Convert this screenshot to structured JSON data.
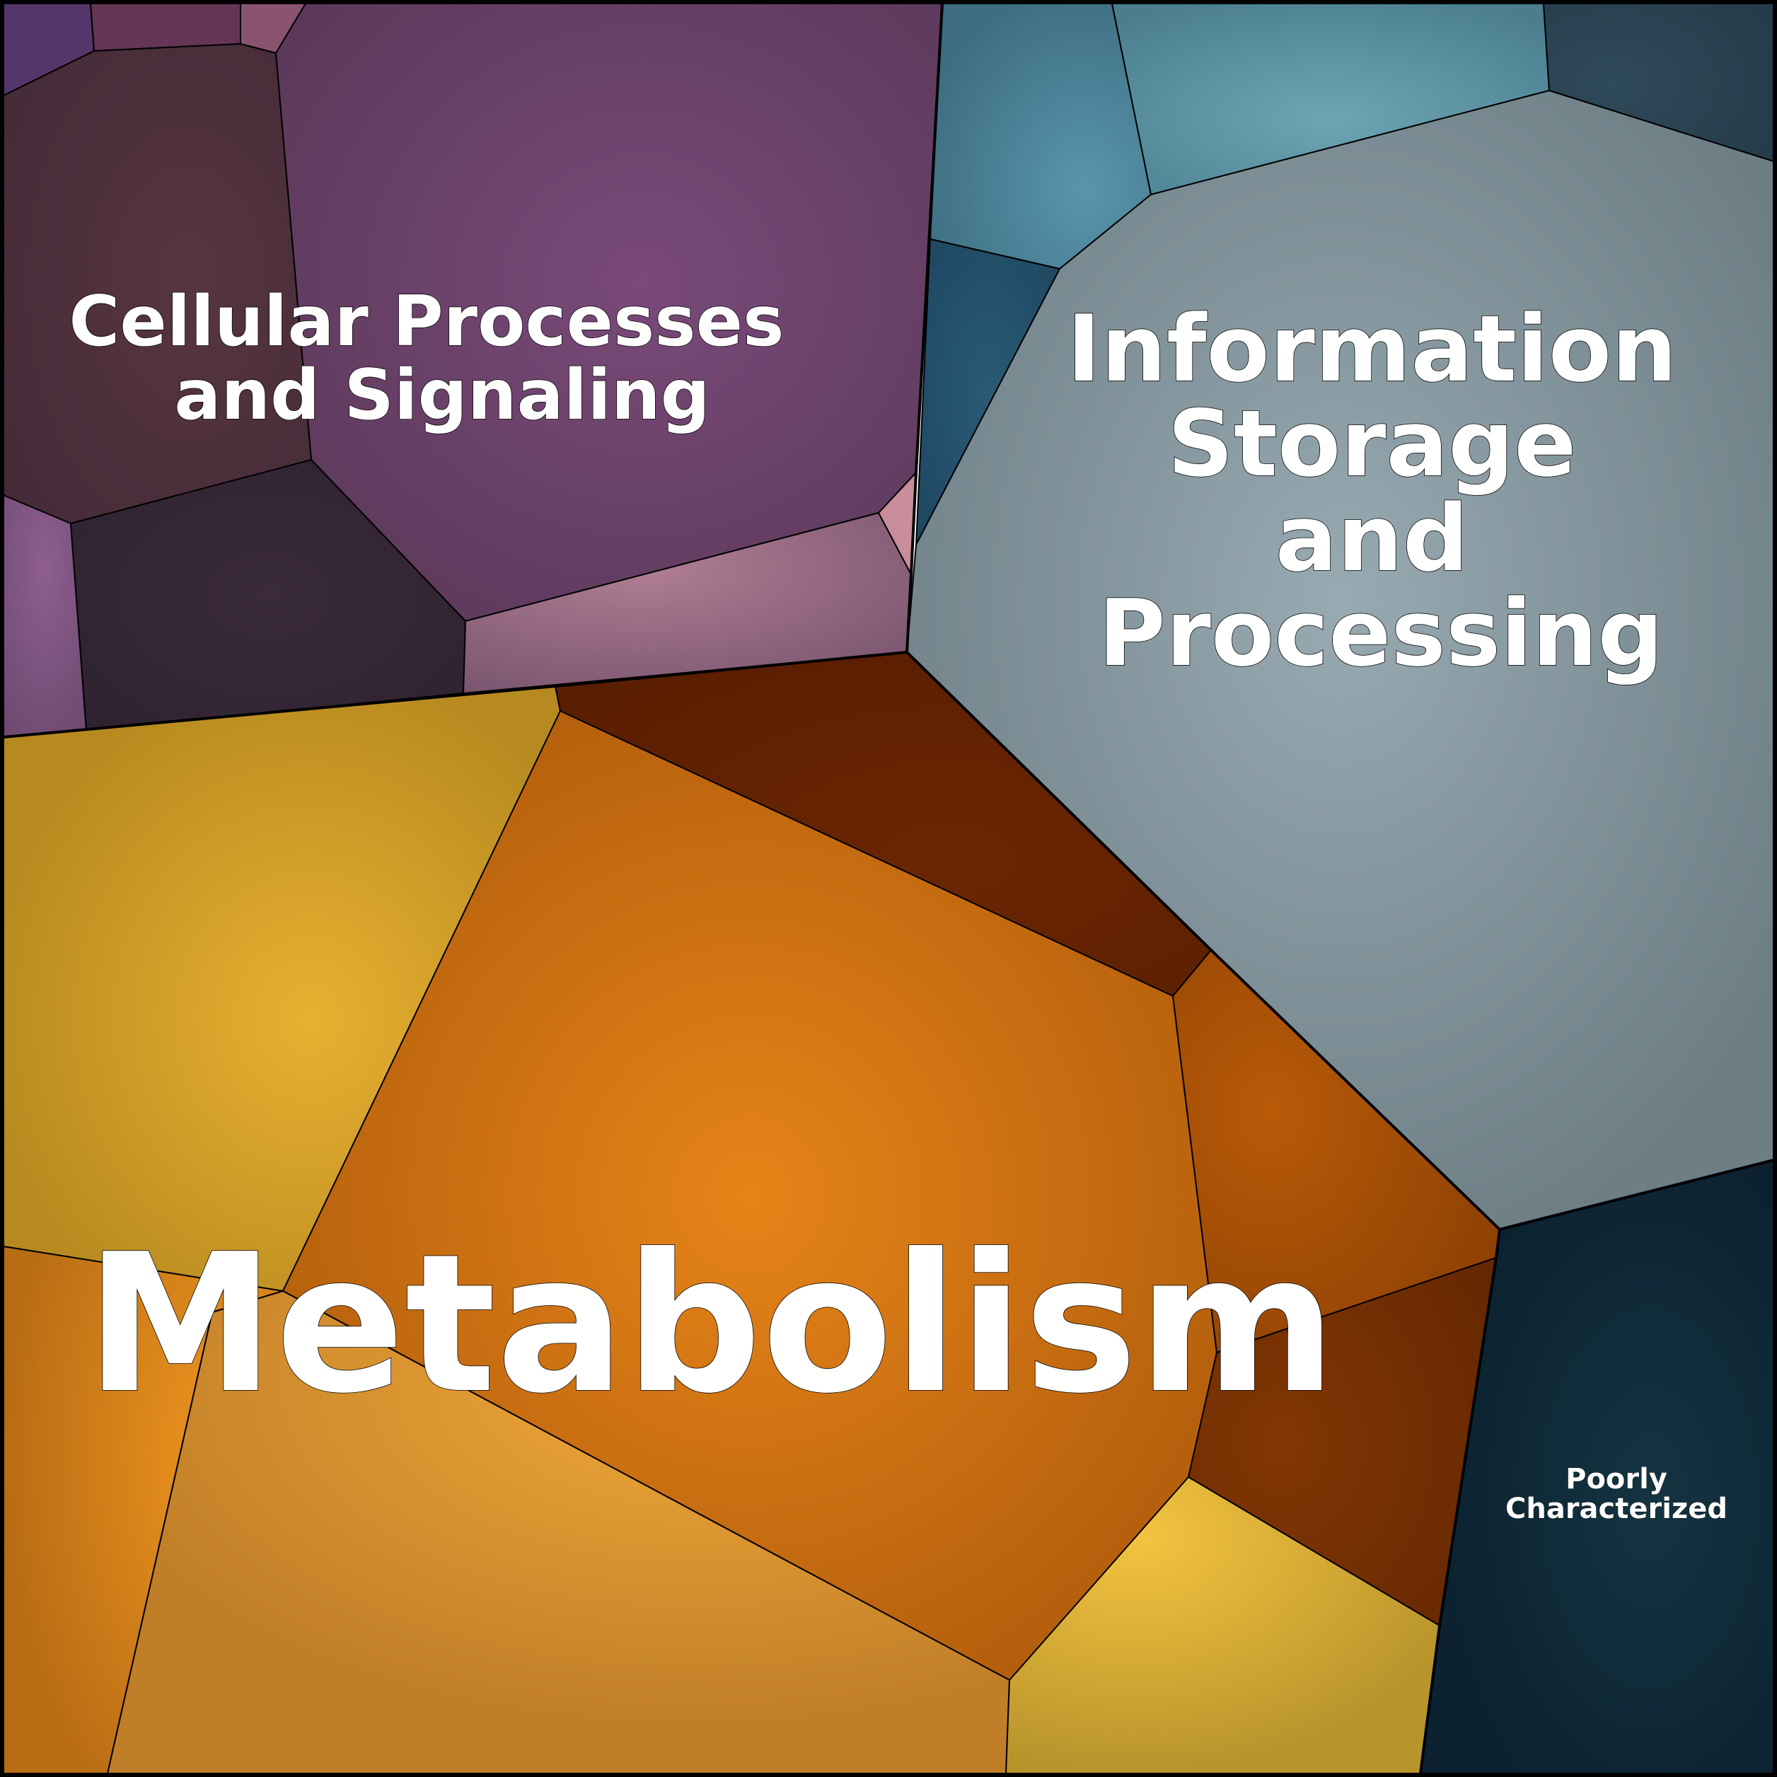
{
  "title": "",
  "groups": [
    {
      "id": "cellular",
      "label_lines": [
        "Cellular Processes",
        "and Signaling"
      ],
      "color": "#744573"
    },
    {
      "id": "information",
      "label_lines": [
        "Information",
        "Storage",
        "and",
        "Processing"
      ],
      "color": "#8fa2aa"
    },
    {
      "id": "metabolism",
      "label_lines": [
        "Metabolism"
      ],
      "color": "#e07e18"
    },
    {
      "id": "poorly",
      "label_lines": [
        "Poorly",
        "Characterized"
      ],
      "color": "#0f2a36"
    }
  ]
}
